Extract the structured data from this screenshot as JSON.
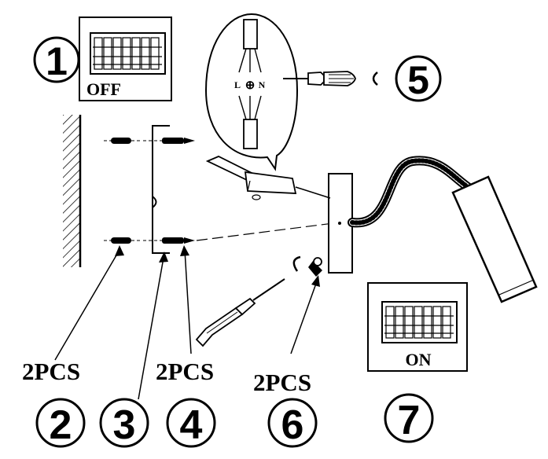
{
  "steps": {
    "s1": {
      "number": "1",
      "caption": "OFF"
    },
    "s2": {
      "number": "2",
      "quantity": "2PCS"
    },
    "s3": {
      "number": "3"
    },
    "s4": {
      "number": "4",
      "quantity": "2PCS"
    },
    "s5": {
      "number": "5"
    },
    "s6": {
      "number": "6",
      "quantity": "2PCS"
    },
    "s7": {
      "number": "7",
      "caption": "ON"
    }
  },
  "wiring": {
    "live": "L",
    "earth": "⊕",
    "neutral": "N"
  }
}
